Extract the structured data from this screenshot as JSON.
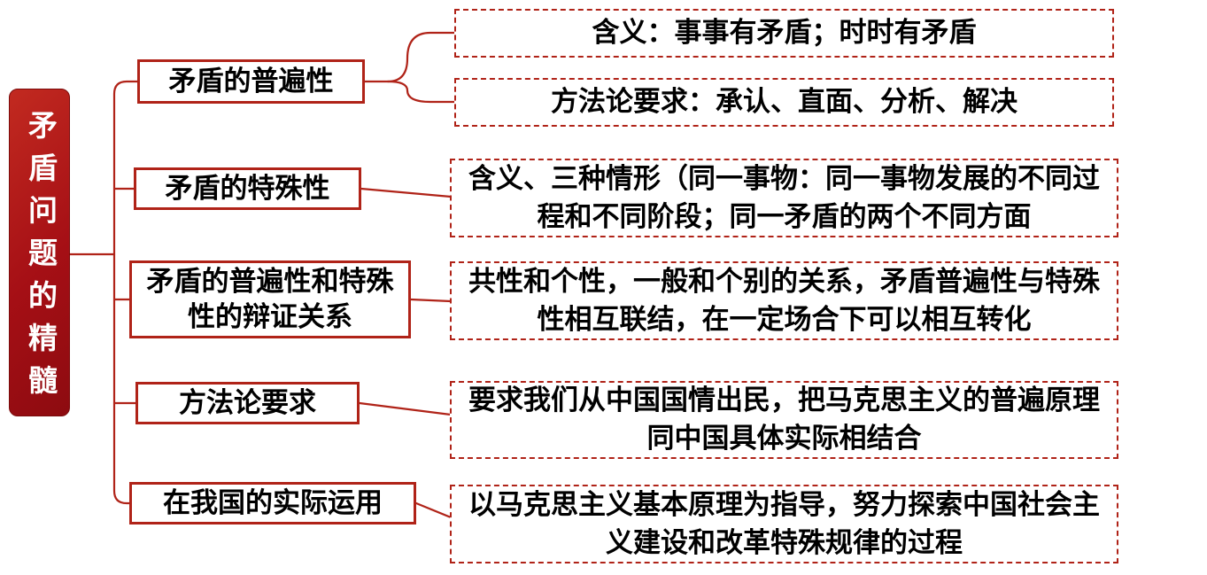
{
  "colors": {
    "accent": "#b02318",
    "root_fill": "#a50f15",
    "root_text": "#ffffff",
    "text": "#000000",
    "background": "#ffffff"
  },
  "root": {
    "label": "矛盾问题的精髓"
  },
  "branches": [
    {
      "label": "矛盾的普遍性",
      "children": [
        "含义：事事有矛盾；时时有矛盾",
        "方法论要求：承认、直面、分析、解决"
      ]
    },
    {
      "label": "矛盾的特殊性",
      "children": [
        "含义、三种情形（同一事物：同一事物发展的不同过程和不同阶段；同一矛盾的两个不同方面"
      ]
    },
    {
      "label": "矛盾的普遍性和特殊性的辩证关系",
      "children": [
        "共性和个性，一般和个别的关系，矛盾普遍性与特殊性相互联结，在一定场合下可以相互转化"
      ]
    },
    {
      "label": "方法论要求",
      "children": [
        "要求我们从中国国情出民，把马克思主义的普遍原理同中国具体实际相结合"
      ]
    },
    {
      "label": "在我国的实际运用",
      "children": [
        "以马克思主义基本原理为指导，努力探索中国社会主义建设和改革特殊规律的过程"
      ]
    }
  ]
}
